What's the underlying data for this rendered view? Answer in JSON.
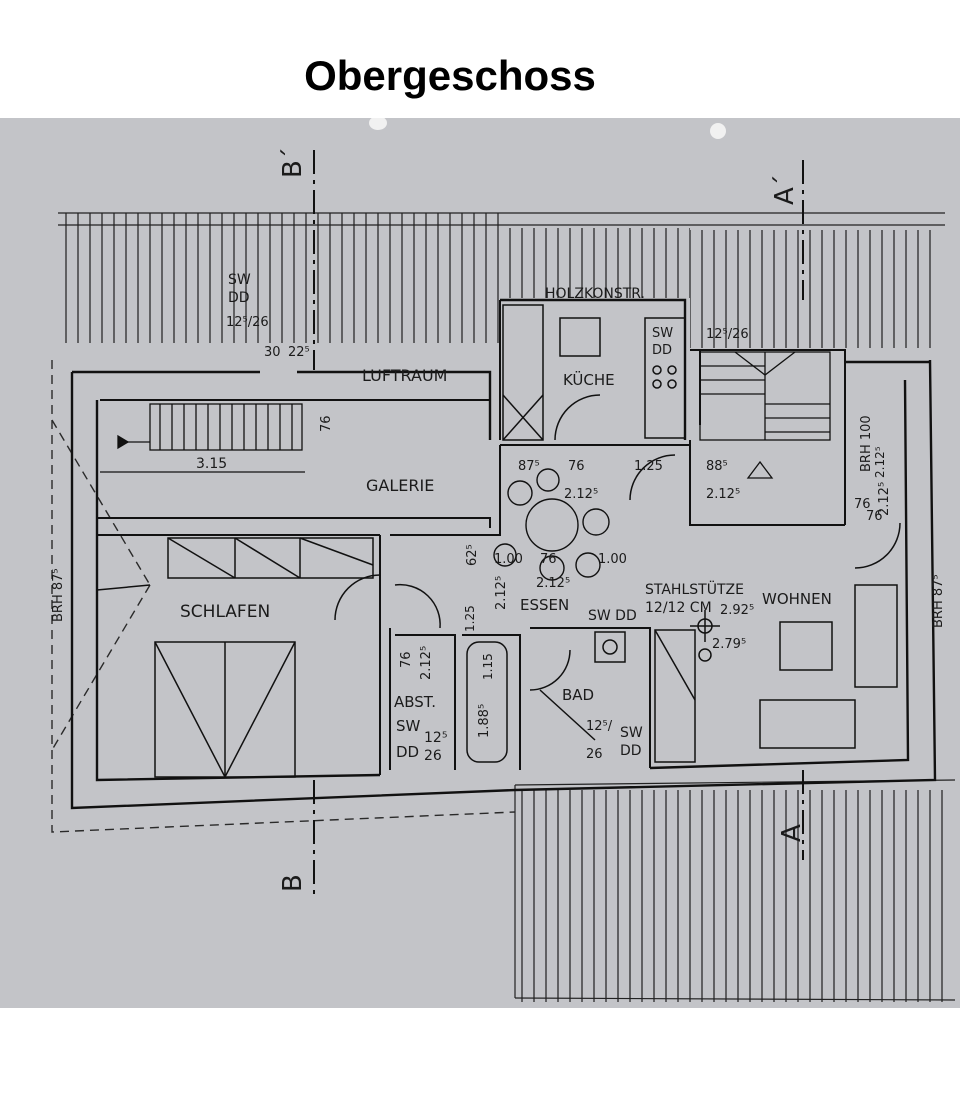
{
  "title": "Obergeschoss",
  "plan": {
    "section_markers": {
      "a_top": "A´",
      "a_bottom": "A",
      "b_top": "B´",
      "b_bottom": "B"
    },
    "rooms": {
      "holzkonstr": "HOLZKONSTR.",
      "kueche": "KÜCHE",
      "luftraum": "LUFTRAUM",
      "galerie": "GALERIE",
      "schlafen": "SCHLAFEN",
      "essen": "ESSEN",
      "wohnen": "WOHNEN",
      "bad": "BAD",
      "abst": "ABST."
    },
    "notes": {
      "stahlstuetze_1": "STAHLSTÜTZE",
      "stahlstuetze_2": "12/12 CM",
      "sw": "SW",
      "dd": "DD",
      "sw_dd": "SW DD",
      "brh_100": "BRH 100",
      "brh_875_left": "BRH 87⁵",
      "brh_875_right": "BRH 87⁵"
    },
    "dimensions": {
      "d_125_26_a": "12⁵/26",
      "d_125_26_b": "12⁵/26",
      "d_30": "30",
      "d_225": "22⁵",
      "d_76_stair": "76",
      "d_315": "3.15",
      "d_875": "87⁵",
      "d_76_a": "76",
      "d_2125_a": "2.12⁵",
      "d_125": "1.25",
      "d_885": "88⁵",
      "d_2125_b": "2.12⁵",
      "d_76_b": "76",
      "d_2125_c": "2.12⁵",
      "d_625": "62⁵",
      "d_100_a": "1.00",
      "d_76_c": "76",
      "d_100_b": "1.00",
      "d_2125_d": "2.12⁵",
      "d_2125_e": "2.12⁵",
      "d_2925": "2.92⁵",
      "d_2795": "2.79⁵",
      "d_76_d": "76",
      "d_2125_f": "2.12⁵",
      "d_1885": "1.88⁵",
      "d_115": "1.15",
      "d_1250": "1.25",
      "d_125_abst": "12⁵",
      "d_26_abst": "26",
      "d_125_bad": "12⁵/",
      "d_26_bad": "26",
      "d_76_e": "76",
      "d_2125_g": "2.12⁵"
    }
  }
}
